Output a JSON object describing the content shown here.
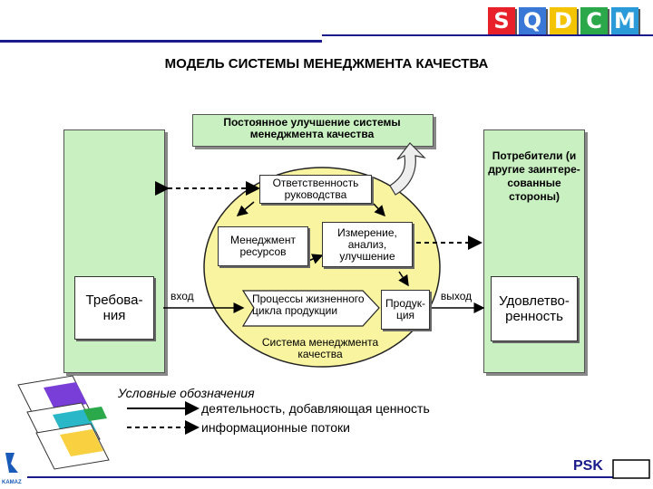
{
  "header": {
    "logo_letters": [
      {
        "letter": "S",
        "color": "#e8202a"
      },
      {
        "letter": "Q",
        "color": "#3a78d8"
      },
      {
        "letter": "D",
        "color": "#f5c400"
      },
      {
        "letter": "C",
        "color": "#2aa84a"
      },
      {
        "letter": "M",
        "color": "#2a9ad8"
      }
    ]
  },
  "title": "МОДЕЛЬ СИСТЕМЫ МЕНЕДЖМЕНТА КАЧЕСТВА",
  "diagram": {
    "improvement": "Постоянное улучшение системы менеджмента качества",
    "consumers": "Потребители (и другие заинтере- сованные стороны)",
    "responsibility": "Ответственность руководства",
    "resource_management": "Менеджмент ресурсов",
    "measurement": "Измерение, анализ, улучшение",
    "requirements": "Требова- ния",
    "input_label": "вход",
    "output_label": "выход",
    "processes": "Процессы жизненного цикла продукции",
    "product": "Продук- ция",
    "qms": "Система менеджмента качества",
    "satisfaction": "Удовлетво- ренность"
  },
  "legend": {
    "title": "Условные обозначения",
    "value_added": "деятельность, добавляющая ценность",
    "information_flows": "информационные потоки"
  },
  "footer": {
    "company": "PSK",
    "left_logo": "KAMAZ"
  },
  "colors": {
    "panel": "#c8f0c0",
    "ellipse": "#f8f4a0",
    "stripe": "#1a1a8a"
  }
}
